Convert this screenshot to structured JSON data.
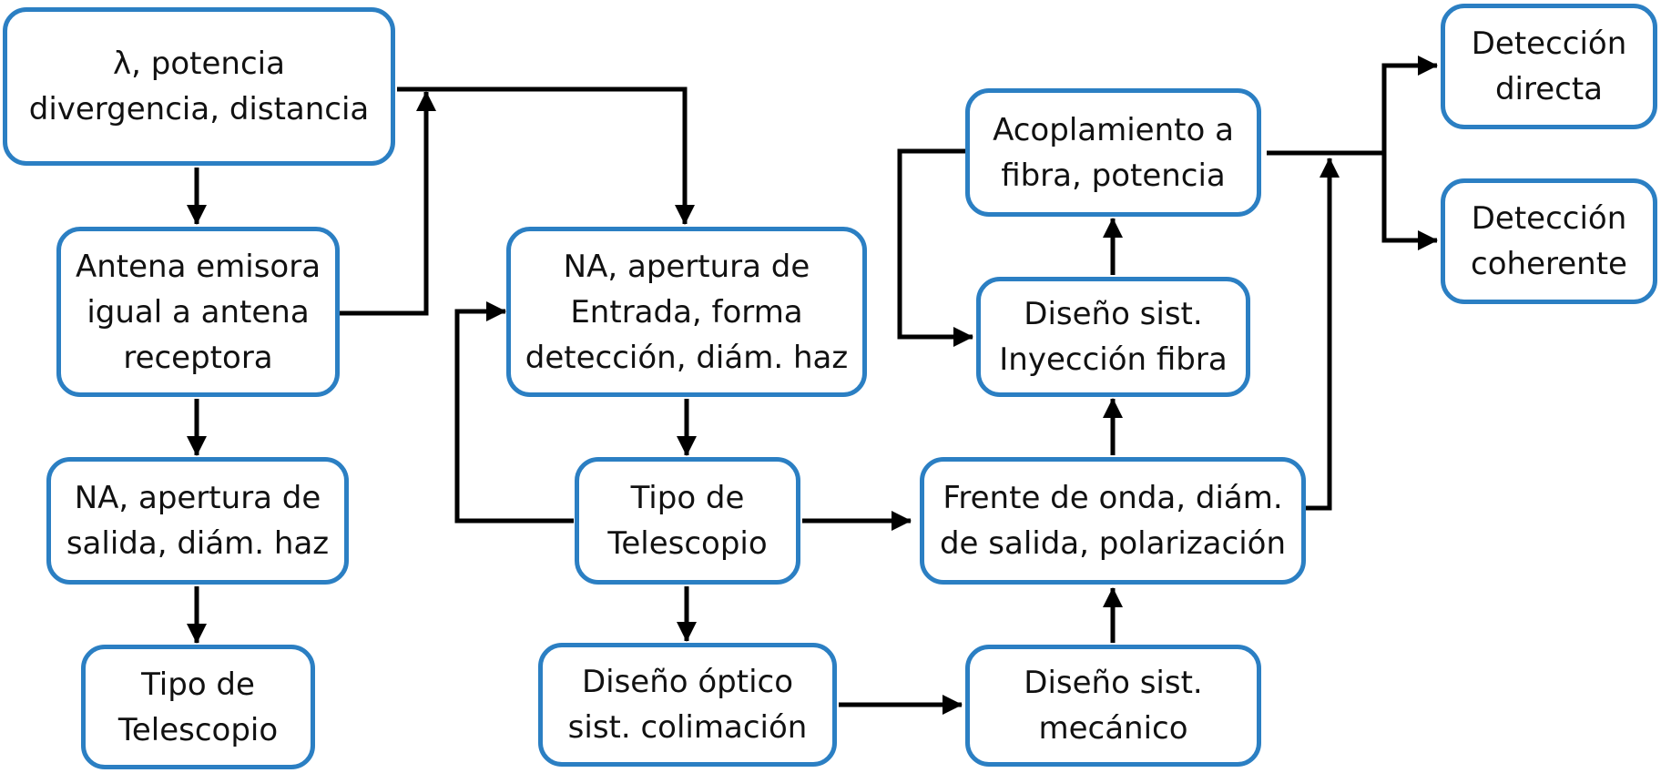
{
  "colors": {
    "node_border": "#2b7fc3",
    "connector": "#000000",
    "text": "#111111"
  },
  "nodes": {
    "n1": "λ, potencia\ndivergencia, distancia",
    "n2": "Antena emisora\nigual a antena\nreceptora",
    "n3": "NA, apertura de\nsalida, diám. haz",
    "n4": "Tipo de\nTelescopio",
    "n5": "NA, apertura de\nEntrada, forma\ndetección, diám. haz",
    "n6": "Tipo de\nTelescopio",
    "n7": "Diseño óptico\nsist. colimación",
    "n8": "Acoplamiento a\nfibra, potencia",
    "n9": "Diseño sist.\nInyección fibra",
    "n10": "Frente de onda, diám.\nde salida, polarización",
    "n11": "Diseño sist.\nmecánico",
    "n12": "Detección\ndirecta",
    "n13": "Detección\ncoherente"
  }
}
